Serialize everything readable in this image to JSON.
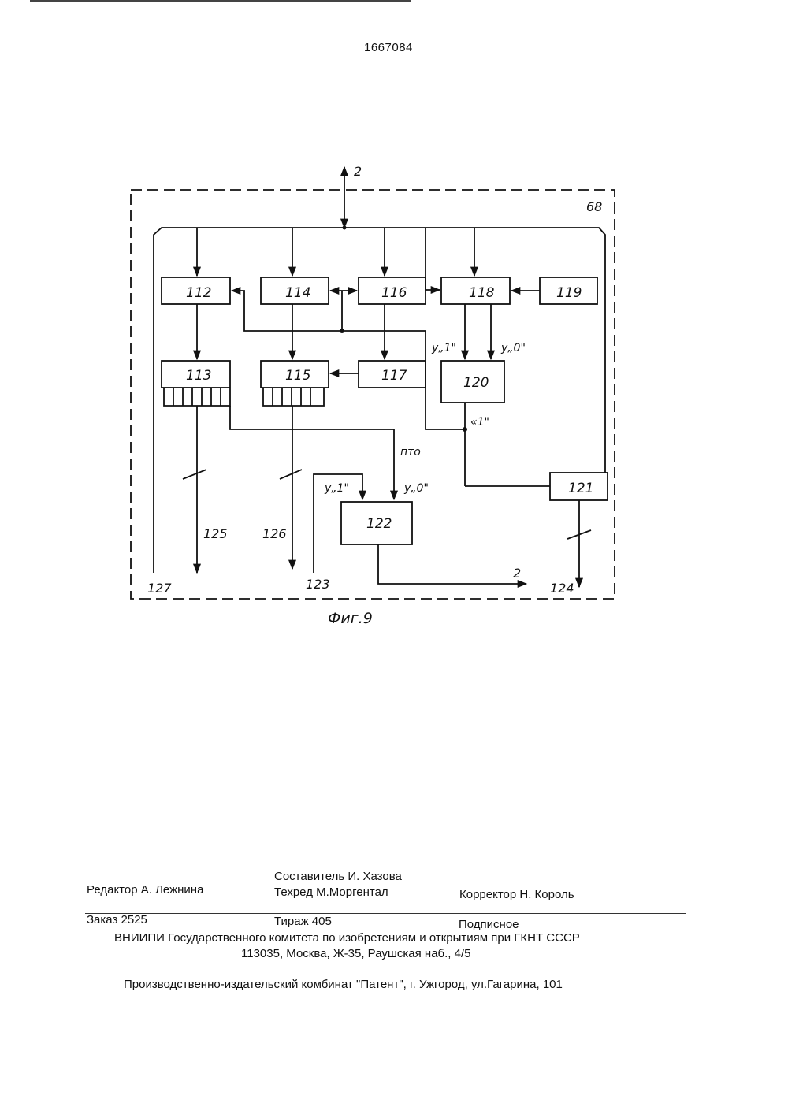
{
  "header": {
    "patent_number": "1667084"
  },
  "diagram": {
    "outer_block": "68",
    "blocks": [
      "112",
      "113",
      "114",
      "115",
      "116",
      "117",
      "118",
      "119",
      "120",
      "121",
      "122"
    ],
    "bus_label": "2",
    "output_bus_label": "2",
    "outputs": [
      "127",
      "125",
      "126",
      "123",
      "124"
    ],
    "signals": {
      "y1_a": "у„1\"",
      "y0_a": "у„0\"",
      "one": "«1\"",
      "pto": "пто",
      "y1_b": "у„1\"",
      "y0_b": "у„0\""
    },
    "caption": "Фиг.9"
  },
  "footer": {
    "editor": "Редактор  А.  Лежнина",
    "compiler": "Составитель  И. Хазова",
    "techred": "Техред М.Моргентал",
    "corrector": "Корректор  Н. Король",
    "order": "Заказ  2525",
    "circulation": "Тираж 405",
    "subscription": "Подписное",
    "org": "ВНИИПИ Государственного комитета по изобретениям и открытиям при ГКНТ СССР",
    "address": "113035, Москва, Ж-35, Раушская наб., 4/5",
    "printer": "Производственно-издательский комбинат \"Патент\", г. Ужгород, ул.Гагарина, 101"
  }
}
